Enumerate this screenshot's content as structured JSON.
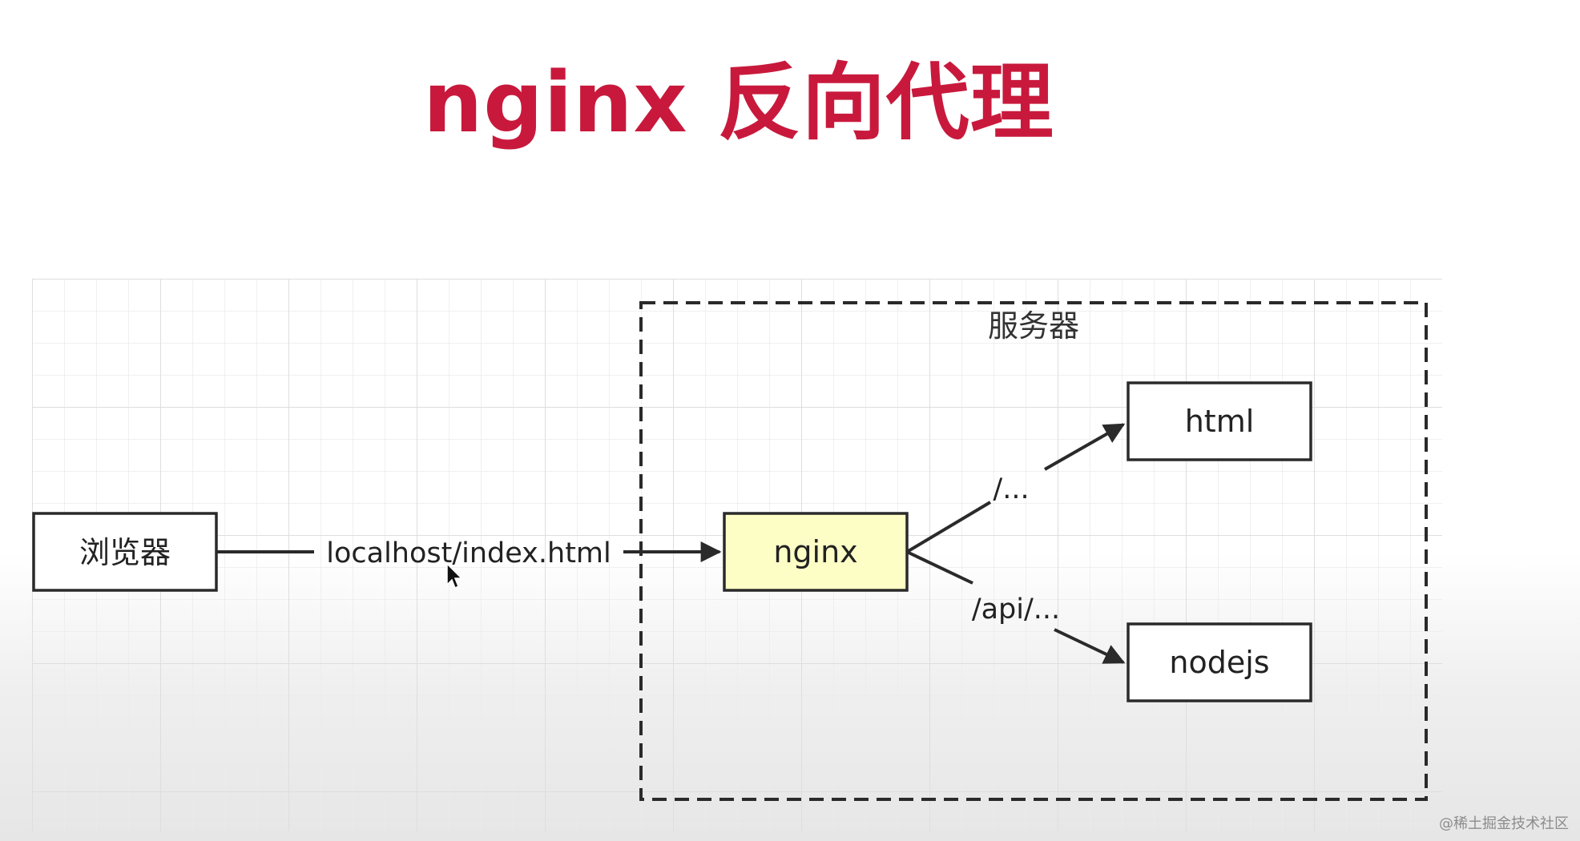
{
  "title": "nginx 反向代理",
  "container": {
    "label": "服务器"
  },
  "nodes": {
    "browser": {
      "label": "浏览器"
    },
    "nginx": {
      "label": "nginx"
    },
    "html": {
      "label": "html"
    },
    "nodejs": {
      "label": "nodejs"
    }
  },
  "edges": {
    "browser_to_nginx": {
      "label": "localhost/index.html"
    },
    "nginx_to_html": {
      "label": "/..."
    },
    "nginx_to_nodejs": {
      "label": "/api/..."
    }
  },
  "colors": {
    "title": "#c8193c",
    "nginx_fill": "#fdfdc6",
    "box_stroke": "#2a2a2a",
    "grid": "#ececec"
  },
  "watermark": "@稀土掘金技术社区"
}
